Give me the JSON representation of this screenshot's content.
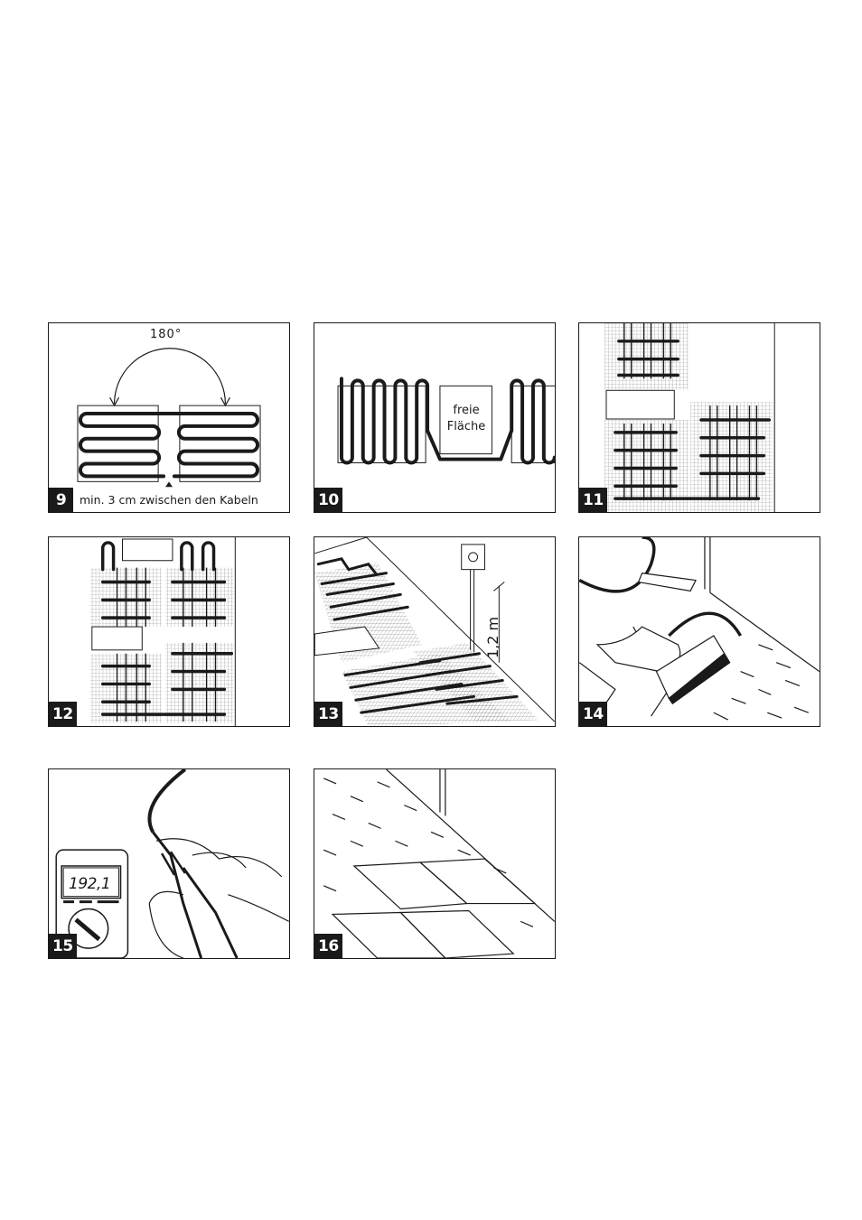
{
  "steps": {
    "s9": "9",
    "s10": "10",
    "s11": "11",
    "s12": "12",
    "s13": "13",
    "s14": "14",
    "s15": "15",
    "s16": "16"
  },
  "panel9": {
    "angle_label": "180°",
    "caption": "min. 3 cm zwischen den Kabeln"
  },
  "panel10": {
    "free_area_line1": "freie",
    "free_area_line2": "Fläche"
  },
  "panel13": {
    "height_label": "1,2 m"
  },
  "panel15": {
    "display_value": "192,1"
  },
  "colors": {
    "line": "#1a1a1a",
    "background": "#ffffff",
    "mesh": "#8a8a8a"
  }
}
